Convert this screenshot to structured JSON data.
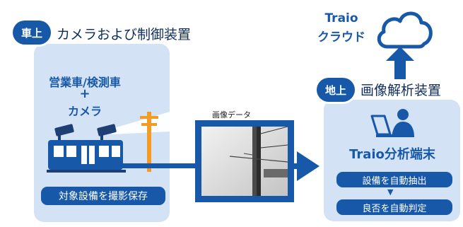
{
  "onboard": {
    "tag": "車上",
    "title": "カメラおよび制御装置",
    "vehicle_line1": "営業車/検測車",
    "vehicle_plus": "+",
    "vehicle_line2": "カメラ",
    "action": "対象設備を撮影保存"
  },
  "image_data_label": "画像データ",
  "cloud": {
    "line1": "Traio",
    "line2": "クラウド"
  },
  "ground": {
    "tag": "地上",
    "title": "画像解析装置",
    "terminal": "Traio分析端末",
    "step1": "設備を自動抽出",
    "step2": "良否を自動判定",
    "step_arrow": "▼"
  },
  "colors": {
    "primary": "#1759a8",
    "panel": "#d3e2f4",
    "pole": "#f59a23"
  },
  "icons": [
    "camera-icon",
    "train-icon",
    "utility-pole-icon",
    "cloud-icon",
    "computer-user-icon",
    "arrow-icon"
  ]
}
